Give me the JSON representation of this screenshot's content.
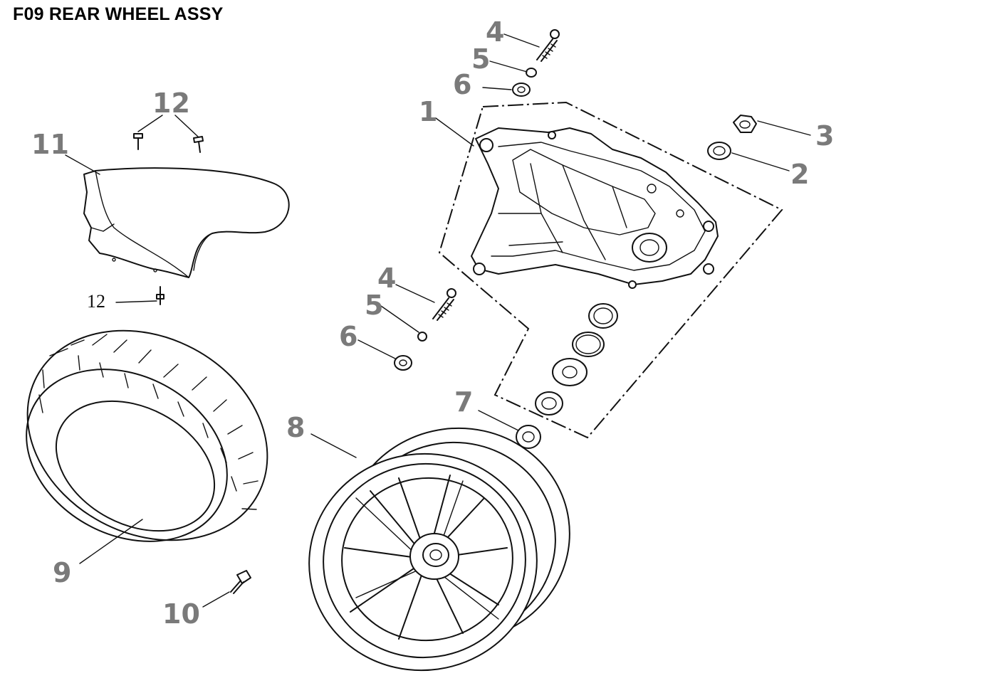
{
  "title": "F09 REAR WHEEL ASSY",
  "callouts": {
    "c1": "1",
    "c2": "2",
    "c3": "3",
    "c4a": "4",
    "c5a": "5",
    "c6a": "6",
    "c4b": "4",
    "c5b": "5",
    "c6b": "6",
    "c7": "7",
    "c8": "8",
    "c9": "9",
    "c10": "10",
    "c11": "11",
    "c12a": "12",
    "c12b": "12"
  },
  "colors": {
    "label": "#7a7a7a",
    "line": "#111111",
    "background": "#ffffff"
  }
}
